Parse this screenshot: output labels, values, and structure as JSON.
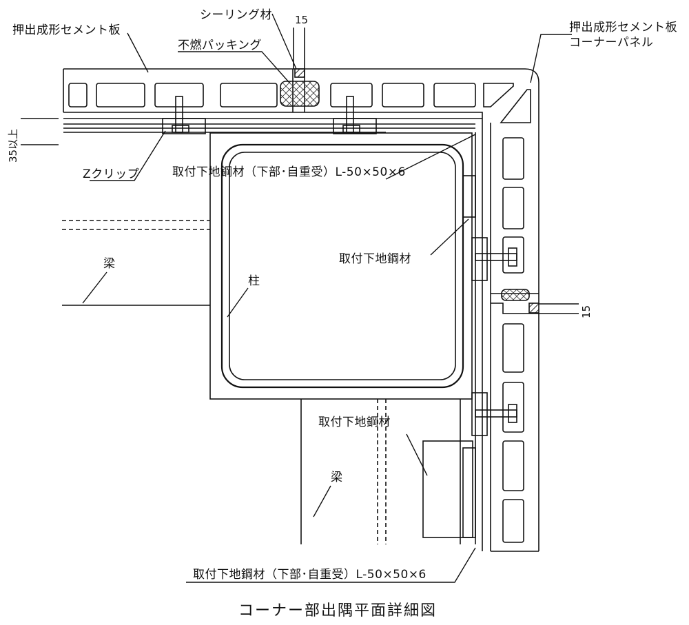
{
  "labels": {
    "sealing": "シーリング材",
    "dim_top": "15",
    "panel_left": "押出成形セメント板",
    "packing": "不燃パッキング",
    "panel_right_1": "押出成形セメント板",
    "panel_right_2": "コーナーパネル",
    "dim_35": "35以上",
    "zclip": "Zクリップ",
    "angle_top": "取付下地鋼材（下部･自重受）L-50×50×6",
    "steel_right": "取付下地鋼材",
    "beam_left": "梁",
    "column": "柱",
    "dim_right": "15",
    "steel_bottom": "取付下地鋼材",
    "beam_bottom": "梁",
    "angle_bottom": "取付下地鋼材（下部･自重受）L-50×50×6"
  },
  "caption": "コーナー部出隅平面詳細図"
}
